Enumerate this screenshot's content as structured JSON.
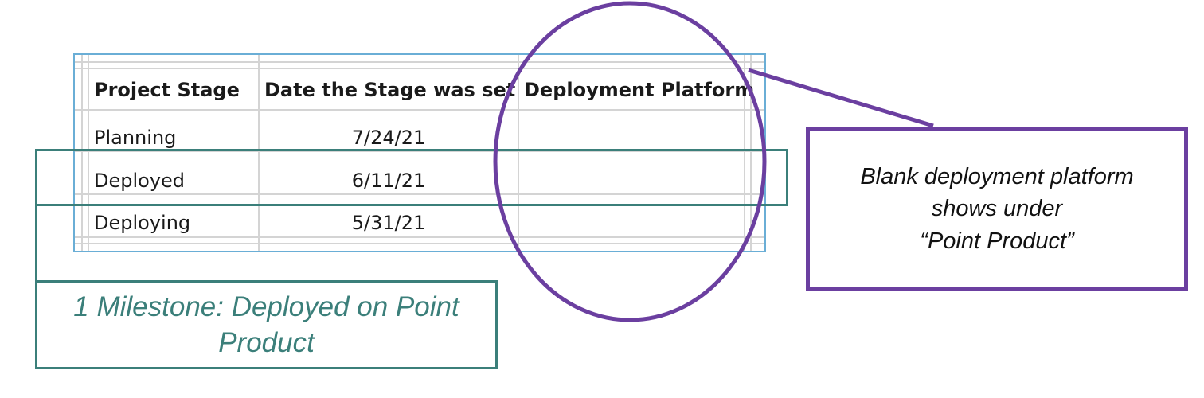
{
  "table": {
    "headers": [
      "Project Stage",
      "Date the Stage was set",
      "Deployment Platform"
    ],
    "rows": [
      {
        "stage": "Planning",
        "date": "7/24/21",
        "platform": ""
      },
      {
        "stage": "Deployed",
        "date": "6/11/21",
        "platform": ""
      },
      {
        "stage": "Deploying",
        "date": "5/31/21",
        "platform": ""
      }
    ]
  },
  "callouts": {
    "milestone": "1 Milestone: Deployed on Point Product",
    "blank_platform": "Blank deployment platform\nshows under\n“Point Product”"
  },
  "colors": {
    "teal": "#3b7f7a",
    "purple": "#6b3fa0",
    "sheet_border": "#6aaed6",
    "gridline": "#d4d4d4"
  }
}
